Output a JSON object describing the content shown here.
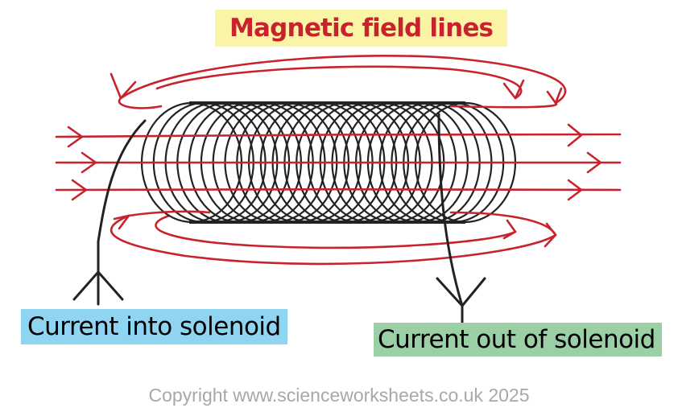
{
  "labels": {
    "title": "Magnetic field lines",
    "current_in": "Current into solenoid",
    "current_out": "Current out of solenoid",
    "copyright": "Copyright www.scienceworksheets.co.uk 2025"
  },
  "colors": {
    "field_line": "#c8232c",
    "coil": "#222222",
    "title_bg": "#faf5a6",
    "in_bg": "#8fd4f1",
    "out_bg": "#9bd0a6"
  },
  "coil": {
    "turns": 24
  }
}
